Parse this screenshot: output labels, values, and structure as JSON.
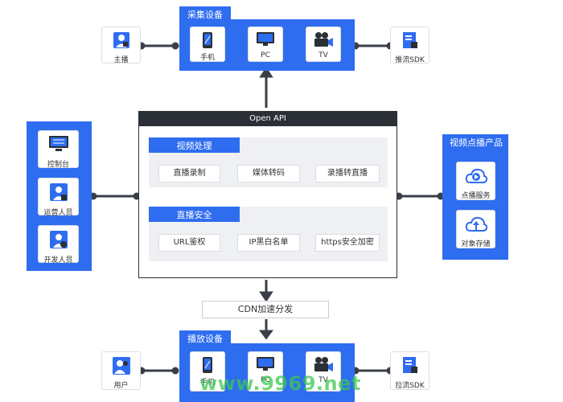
{
  "capture_devices": {
    "title": "采集设备",
    "items": [
      {
        "label": "手机",
        "icon": "phone-icon"
      },
      {
        "label": "PC",
        "icon": "monitor-icon"
      },
      {
        "label": "TV",
        "icon": "video-camera-icon"
      }
    ]
  },
  "broadcaster": {
    "label": "主播",
    "icon": "anchor-person-icon"
  },
  "push_sdk": {
    "label": "推流SDK",
    "icon": "sdk-document-icon"
  },
  "left_group": {
    "items": [
      {
        "label": "控制台",
        "icon": "console-monitor-icon"
      },
      {
        "label": "运营人员",
        "icon": "operator-person-icon"
      },
      {
        "label": "开发人员",
        "icon": "developer-person-icon"
      }
    ]
  },
  "open_api": {
    "title": "Open API",
    "video_processing": {
      "title": "视频处理",
      "items": [
        "直播录制",
        "媒体转码",
        "录播转直播"
      ]
    },
    "live_security": {
      "title": "直播安全",
      "items": [
        "URL鉴权",
        "IP黑白名单",
        "https安全加密"
      ]
    }
  },
  "vod_products": {
    "title": "视频点播产品",
    "items": [
      {
        "label": "点播服务",
        "icon": "play-cloud-icon"
      },
      {
        "label": "对象存储",
        "icon": "storage-cloud-icon"
      }
    ]
  },
  "cdn": {
    "label": "CDN加速分发"
  },
  "playback_devices": {
    "title": "播放设备",
    "items": [
      {
        "label": "手机",
        "icon": "phone-icon"
      },
      {
        "label": "PC",
        "icon": "monitor-icon"
      },
      {
        "label": "TV",
        "icon": "video-camera-icon"
      }
    ]
  },
  "user": {
    "label": "用户",
    "icon": "user-person-icon"
  },
  "pull_sdk": {
    "label": "拉流SDK",
    "icon": "sdk-document-icon"
  },
  "watermark": {
    "text": "www.9969.net"
  },
  "colors": {
    "accent": "#2f6df0",
    "dark": "#2b2f36",
    "section_bg": "#eef0f3"
  }
}
